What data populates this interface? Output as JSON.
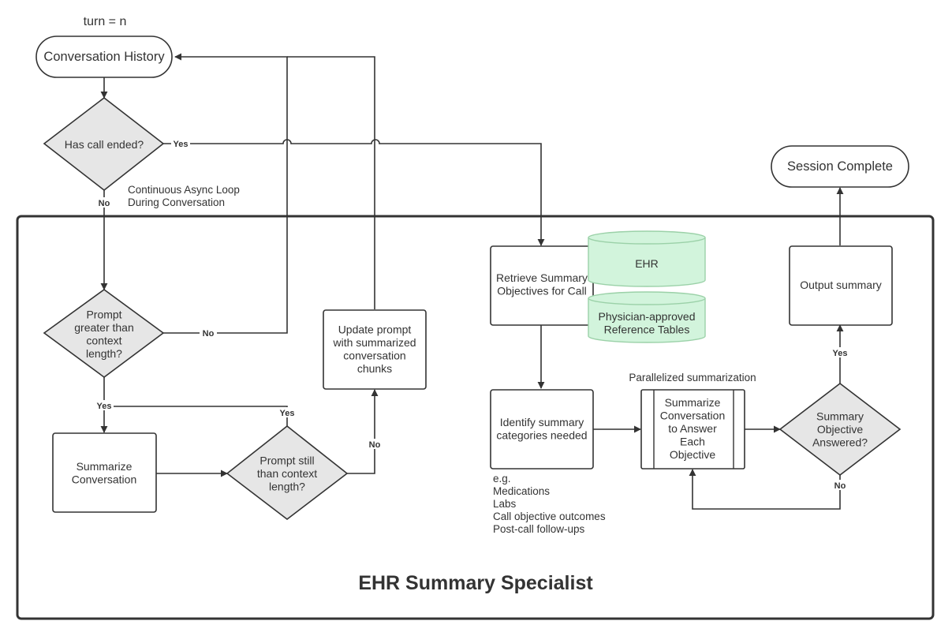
{
  "turn_label": "turn = n",
  "container_title": "EHR Summary Specialist",
  "loop_note": [
    "Continuous Async Loop",
    "During Conversation"
  ],
  "parallel_note": "Parallelized summarization",
  "examples_note": [
    "e.g.",
    "Medications",
    "Labs",
    "Call objective outcomes",
    "Post-call follow-ups"
  ],
  "nodes": {
    "conversation_history": "Conversation History",
    "session_complete": "Session Complete",
    "has_call_ended": [
      "Has call ended?"
    ],
    "prompt_greater": [
      "Prompt",
      "greater than",
      "context",
      "length?"
    ],
    "summarize_conversation": [
      "Summarize",
      "Conversation"
    ],
    "prompt_still": [
      "Prompt still",
      "than context",
      "length?"
    ],
    "update_prompt": [
      "Update prompt",
      "with summarized",
      "conversation",
      "chunks"
    ],
    "retrieve_objectives": [
      "Retrieve Summary",
      "Objectives for Call"
    ],
    "ehr_db": [
      "EHR"
    ],
    "reference_tables": [
      "Physician-approved",
      "Reference Tables"
    ],
    "identify_categories": [
      "Identify summary",
      "categories needed"
    ],
    "summarize_objective": [
      "Summarize",
      "Conversation",
      "to Answer",
      "Each",
      "Objective"
    ],
    "objective_answered": [
      "Summary",
      "Objective",
      "Answered?"
    ],
    "output_summary": [
      "Output summary"
    ]
  },
  "edge_labels": {
    "call_ended_yes": "Yes",
    "call_ended_no": "No",
    "prompt_greater_no": "No",
    "prompt_greater_yes": "Yes",
    "prompt_still_yes": "Yes",
    "prompt_still_no": "No",
    "answered_yes": "Yes",
    "answered_no": "No"
  },
  "colors": {
    "stroke": "#333333",
    "decision_fill": "#e6e6e6",
    "database_fill": "#d2f4dc",
    "database_stroke": "#9bd1a8",
    "process_fill": "#ffffff"
  }
}
